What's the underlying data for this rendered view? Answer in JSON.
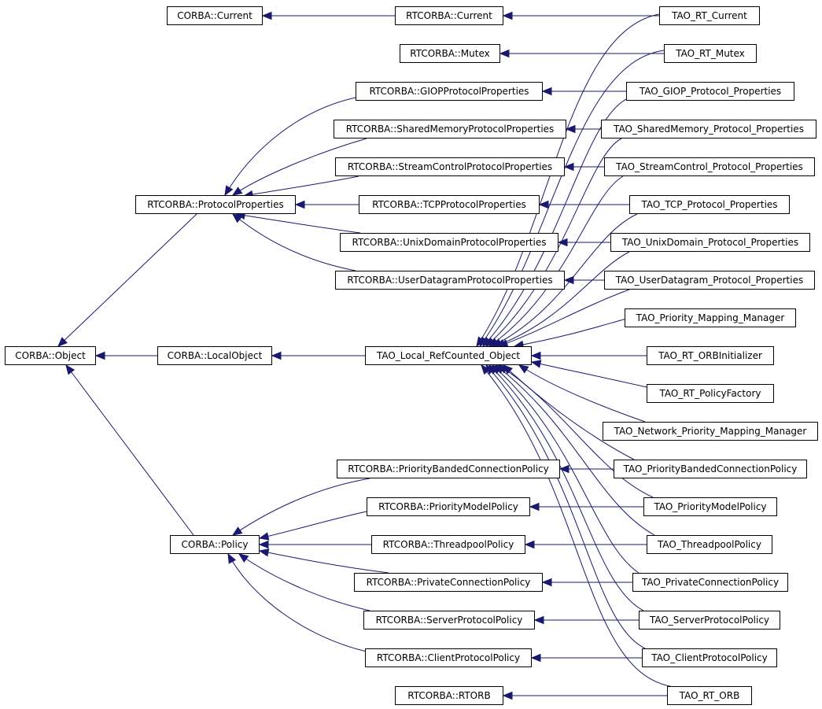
{
  "diagram": {
    "edge_color": "#191970",
    "nodes": {
      "corba_current": "CORBA::Current",
      "rt_current": "RTCORBA::Current",
      "tao_rt_current": "TAO_RT_Current",
      "rt_mutex": "RTCORBA::Mutex",
      "tao_rt_mutex": "TAO_RT_Mutex",
      "rt_giop": "RTCORBA::GIOPProtocolProperties",
      "tao_giop": "TAO_GIOP_Protocol_Properties",
      "rt_shm": "RTCORBA::SharedMemoryProtocolProperties",
      "tao_shm": "TAO_SharedMemory_Protocol_Properties",
      "rt_sctrl": "RTCORBA::StreamControlProtocolProperties",
      "tao_sctrl": "TAO_StreamControl_Protocol_Properties",
      "rt_protoprops": "RTCORBA::ProtocolProperties",
      "rt_tcp": "RTCORBA::TCPProtocolProperties",
      "tao_tcp": "TAO_TCP_Protocol_Properties",
      "rt_unix": "RTCORBA::UnixDomainProtocolProperties",
      "tao_unix": "TAO_UnixDomain_Protocol_Properties",
      "rt_udp": "RTCORBA::UserDatagramProtocolProperties",
      "tao_udp": "TAO_UserDatagram_Protocol_Properties",
      "tao_prio_mgr": "TAO_Priority_Mapping_Manager",
      "corba_object": "CORBA::Object",
      "corba_localobject": "CORBA::LocalObject",
      "tao_local_rc": "TAO_Local_RefCounted_Object",
      "tao_rt_orbinit": "TAO_RT_ORBInitializer",
      "tao_rt_policyfactory": "TAO_RT_PolicyFactory",
      "tao_net_prio_mgr": "TAO_Network_Priority_Mapping_Manager",
      "rt_pbcp": "RTCORBA::PriorityBandedConnectionPolicy",
      "tao_pbcp": "TAO_PriorityBandedConnectionPolicy",
      "rt_pmp": "RTCORBA::PriorityModelPolicy",
      "tao_pmp": "TAO_PriorityModelPolicy",
      "corba_policy": "CORBA::Policy",
      "rt_tpp": "RTCORBA::ThreadpoolPolicy",
      "tao_tpp": "TAO_ThreadpoolPolicy",
      "rt_pcp": "RTCORBA::PrivateConnectionPolicy",
      "tao_pcp": "TAO_PrivateConnectionPolicy",
      "rt_spp": "RTCORBA::ServerProtocolPolicy",
      "tao_spp": "TAO_ServerProtocolPolicy",
      "rt_cpp": "RTCORBA::ClientProtocolPolicy",
      "tao_cpp": "TAO_ClientProtocolPolicy",
      "rt_rtorb": "RTCORBA::RTORB",
      "tao_rt_orb": "TAO_RT_ORB"
    }
  }
}
